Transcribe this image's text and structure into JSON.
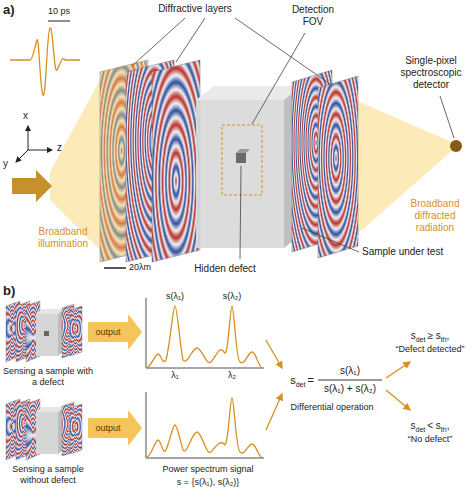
{
  "diagram": {
    "labels": [
      "a)",
      "10 ps",
      "Diffractive layers",
      "Detection FOV",
      "Single-pixel spectroscopic detector",
      "x",
      "y",
      "z",
      "Broadband illumination",
      "20λm",
      "Hidden defect",
      "Sample under test",
      "Broadband diffracted radiation",
      "b)",
      "output",
      "s(λ₁)",
      "s(λ₂)",
      "λ₁",
      "λ₂",
      "Sensing a sample with a defect",
      "output",
      "Sensing a sample without defect",
      "Power spectrum signal",
      "s = {s(λ₁), s(λ₂)}",
      "s",
      "det",
      "=",
      "s(λ₁)",
      "s(λ₁) + s(λ₂)",
      "Differential operation",
      "s",
      "det",
      "≥ s",
      "th",
      ",",
      "“Defect detected”",
      "s",
      "det",
      "< s",
      "th",
      ",",
      "“No defect”"
    ]
  }
}
